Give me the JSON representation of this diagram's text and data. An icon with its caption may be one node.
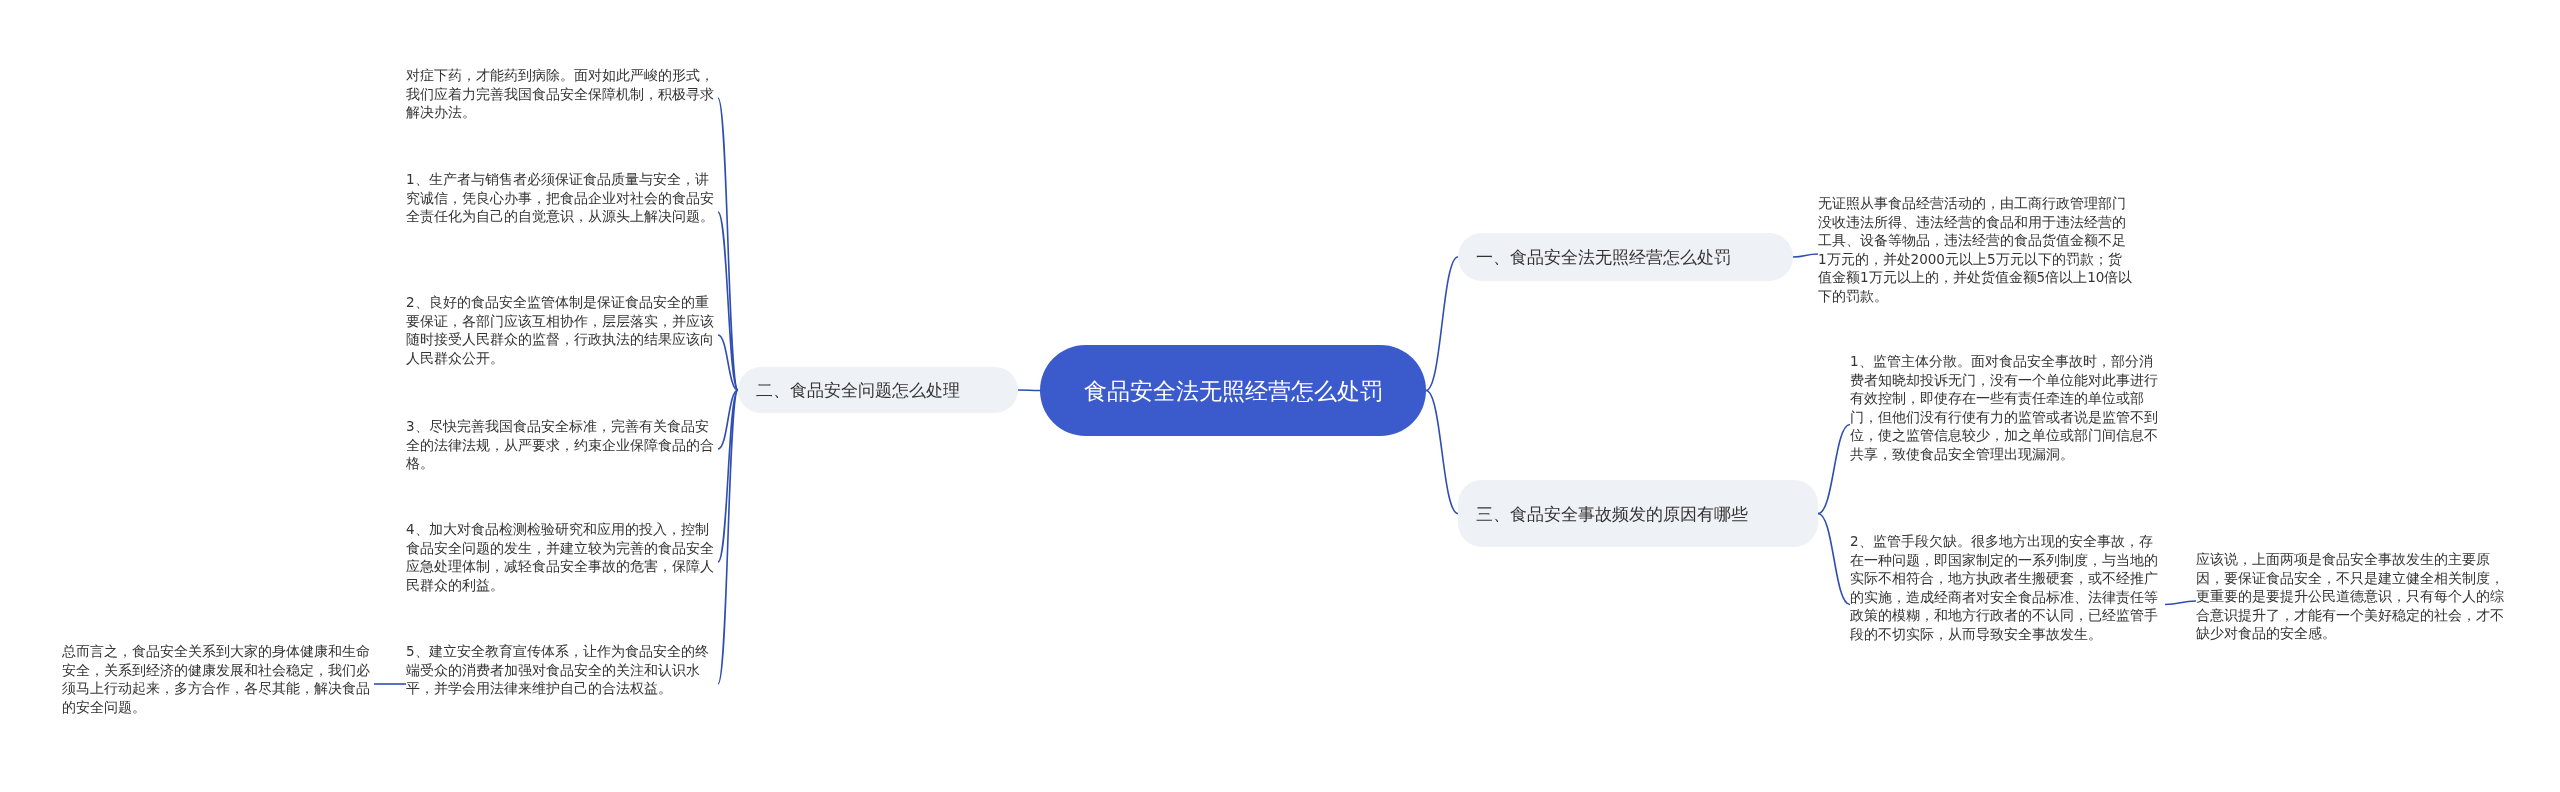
{
  "diagram": {
    "nodes": [
      {
        "text": [
          "食品安全法无照经营怎么处罚"
        ]
      },
      {
        "text": [
          "一、食品安全法无照经营怎么处罚"
        ]
      },
      {
        "text": [
          "无证照从事食品经营活动的，由工商行政管理部门没收违法所得、违法经营的食品和用于违法经营的工具、设备等物品，违法经营的食品货值金额不足1万元的，并处2000元以上5万元以下的罚款；货值金额1万元以上的，并处货值金额5倍以上10倍以下的罚款。"
        ]
      },
      {
        "text": [
          "三、食品安全事故频发的原因有哪些"
        ]
      },
      {
        "text": [
          "1、监管主体分散。面对食品安全事故时，部分消费者知晓却投诉无门，没有一个单位能对此事进行有效控制，即使存在一些有责任牵连的单位或部门，但他们没有行使有力的监管或者说是监管不到位，使之监管信息较少，加之单位或部门间信息不共享，致使食品安全管理出现漏洞。"
        ]
      },
      {
        "text": [
          "2、监管手段欠缺。很多地方出现的安全事故，存在一种问题，即国家制定的一系列制度，与当地的实际不相符合，地方执政者生搬硬套，或不经推广的实施，造成经商者对安全食品标准、法律责任等政策的模糊，和地方行政者的不认同，已经监管手段的不切实际，从而导致安全事故发生。"
        ]
      },
      {
        "text": [
          "应该说，上面两项是食品安全事故发生的主要原因，要保证食品安全，不只是建立健全相关制度，更重要的是要提升公民道德意识，只有每个人的综合意识提升了，才能有一个美好稳定的社会，才不缺少对食品的安全感。"
        ]
      },
      {
        "text": [
          "二、食品安全问题怎么处理"
        ]
      },
      {
        "text": [
          "对症下药，才能药到病除。面对如此严峻的形式，我们应着力完善我国食品安全保障机制，积极寻求解决办法。"
        ]
      },
      {
        "text": [
          "1、生产者与销售者必须保证食品质量与安全，讲究诚信，凭良心办事，把食品企业对社会的食品安全责任化为自己的自觉意识，从源头上解决问题。"
        ]
      },
      {
        "text": [
          "2、良好的食品安全监管体制是保证食品安全的重要保证，各部门应该互相协作，层层落实，并应该随时接受人民群众的监督，行政执法的结果应该向人民群众公开。"
        ]
      },
      {
        "text": [
          "3、尽快完善我国食品安全标准，完善有关食品安全的法律法规，从严要求，约束企业保障食品的合格。"
        ]
      },
      {
        "text": [
          "4、加大对食品检测检验研究和应用的投入，控制食品安全问题的发生，并建立较为完善的食品安全应急处理体制，减轻食品安全事故的危害，保障人民群众的利益。"
        ]
      },
      {
        "text": [
          "5、建立安全教育宣传体系，让作为食品安全的终端受众的消费者加强对食品安全的关注和认识水平，并学会用法律来维护自己的合法权益。"
        ]
      },
      {
        "text": [
          "总而言之，食品安全关系到大家的身体健康和生命安全，关系到经济的健康发展和社会稳定，我们必须马上行动起来，多方合作，各尽其能，解决食品的安全问题。"
        ]
      }
    ],
    "edges": [
      {
        "from": 0,
        "to": 1,
        "arrow": "none"
      },
      {
        "from": 1,
        "to": 2,
        "arrow": "none"
      },
      {
        "from": 0,
        "to": 3,
        "arrow": "none"
      },
      {
        "from": 3,
        "to": 4,
        "arrow": "none"
      },
      {
        "from": 3,
        "to": 5,
        "arrow": "none"
      },
      {
        "from": 5,
        "to": 6,
        "arrow": "none"
      },
      {
        "from": 0,
        "to": 7,
        "arrow": "none"
      },
      {
        "from": 7,
        "to": 8,
        "arrow": "none"
      },
      {
        "from": 7,
        "to": 9,
        "arrow": "none"
      },
      {
        "from": 7,
        "to": 10,
        "arrow": "none"
      },
      {
        "from": 7,
        "to": 11,
        "arrow": "none"
      },
      {
        "from": 7,
        "to": 12,
        "arrow": "none"
      },
      {
        "from": 7,
        "to": 13,
        "arrow": "none"
      },
      {
        "from": 13,
        "to": 14,
        "arrow": "none"
      }
    ]
  }
}
